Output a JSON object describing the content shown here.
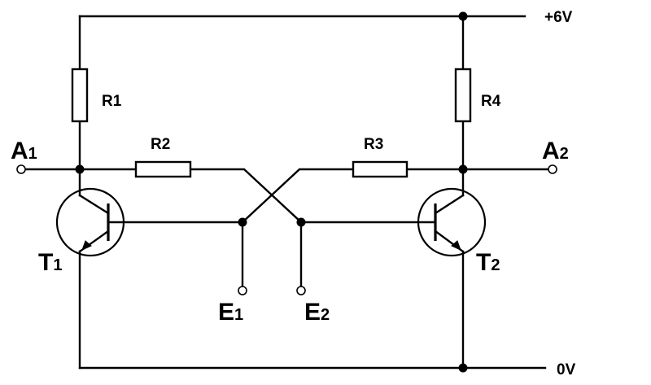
{
  "rails": {
    "supply": "+6V",
    "ground": "0V"
  },
  "resistors": {
    "r1": "R1",
    "r2": "R2",
    "r3": "R3",
    "r4": "R4"
  },
  "transistors": {
    "t1": {
      "letter": "T",
      "index": "1"
    },
    "t2": {
      "letter": "T",
      "index": "2"
    }
  },
  "outputs": {
    "a1": {
      "letter": "A",
      "index": "1"
    },
    "a2": {
      "letter": "A",
      "index": "2"
    }
  },
  "inputs": {
    "e1": {
      "letter": "E",
      "index": "1"
    },
    "e2": {
      "letter": "E",
      "index": "2"
    }
  },
  "colors": {
    "ink": "#000000",
    "background": "#ffffff"
  }
}
